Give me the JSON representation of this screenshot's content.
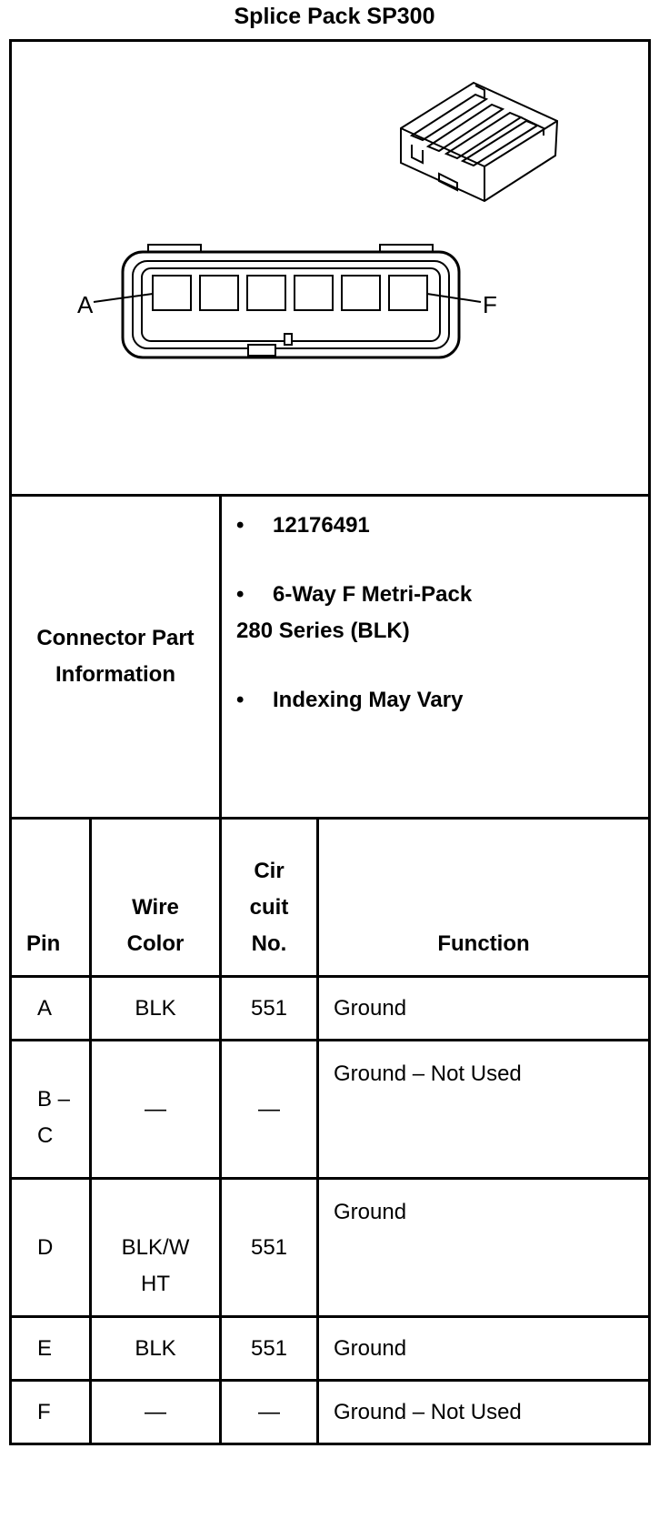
{
  "title": "Splice Pack SP300",
  "diagram": {
    "label_left": "A",
    "label_right": "F"
  },
  "connector_info": {
    "label": "Connector Part Information",
    "items": [
      {
        "text": "12176491"
      },
      {
        "text": "6-Way F Metri-Pack 280 Series (BLK)"
      },
      {
        "text": "Indexing May Vary"
      }
    ],
    "bullet": "•"
  },
  "table": {
    "headers": {
      "pin": "Pin",
      "wire_color": "Wire Color",
      "circuit_no": "Cir cuit No.",
      "function": "Function"
    },
    "rows": [
      {
        "pin": "A",
        "wire_color": "BLK",
        "circuit": "551",
        "function": "Ground"
      },
      {
        "pin": "B –C",
        "wire_color": "—",
        "circuit": "—",
        "function": "Ground – Not Used"
      },
      {
        "pin": "D",
        "wire_color": "BLK/W HT",
        "circuit": "551",
        "function": "Ground"
      },
      {
        "pin": "E",
        "wire_color": "BLK",
        "circuit": "551",
        "function": "Ground"
      },
      {
        "pin": "F",
        "wire_color": "—",
        "circuit": "—",
        "function": "Ground – Not Used"
      }
    ]
  }
}
